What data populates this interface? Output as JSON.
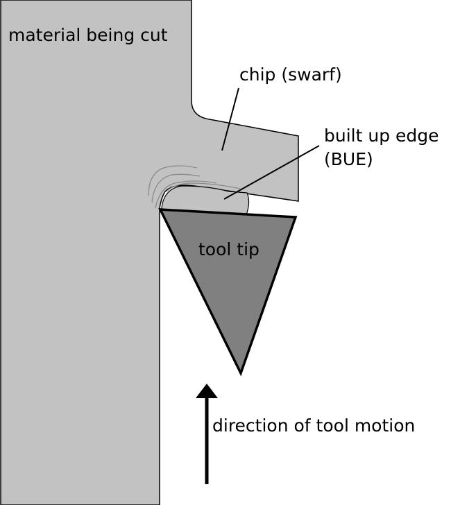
{
  "labels": {
    "material": "material being cut",
    "chip": "chip (swarf)",
    "bue_line1": "built up edge",
    "bue_line2": "(BUE)",
    "tool_tip": "tool tip",
    "direction": "direction of tool motion"
  },
  "colors": {
    "material": "#c2c2c2",
    "chip": "#c2c2c2",
    "built_up_edge": "#c2c2c2",
    "tool": "#808080",
    "outline": "#000000",
    "arrow": "#000000",
    "deformation_lines": "#8a8a8a"
  },
  "icons": {
    "arrow": "up-arrow"
  }
}
